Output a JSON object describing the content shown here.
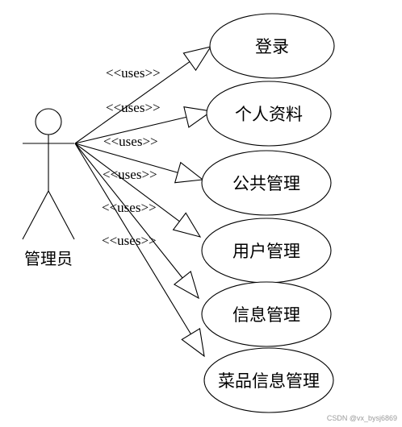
{
  "actor": {
    "label": "管理员"
  },
  "use_cases": [
    {
      "label": "登录"
    },
    {
      "label": "个人资料"
    },
    {
      "label": "公共管理"
    },
    {
      "label": "用户管理"
    },
    {
      "label": "信息管理"
    },
    {
      "label": "菜品信息管理"
    }
  ],
  "stereotypes": [
    "<<uses>>",
    "<<uses>>",
    "<<uses>>",
    "<<uses>>",
    "<<uses>>",
    "<<uses>>"
  ],
  "watermark": "CSDN @vx_bysj6869"
}
